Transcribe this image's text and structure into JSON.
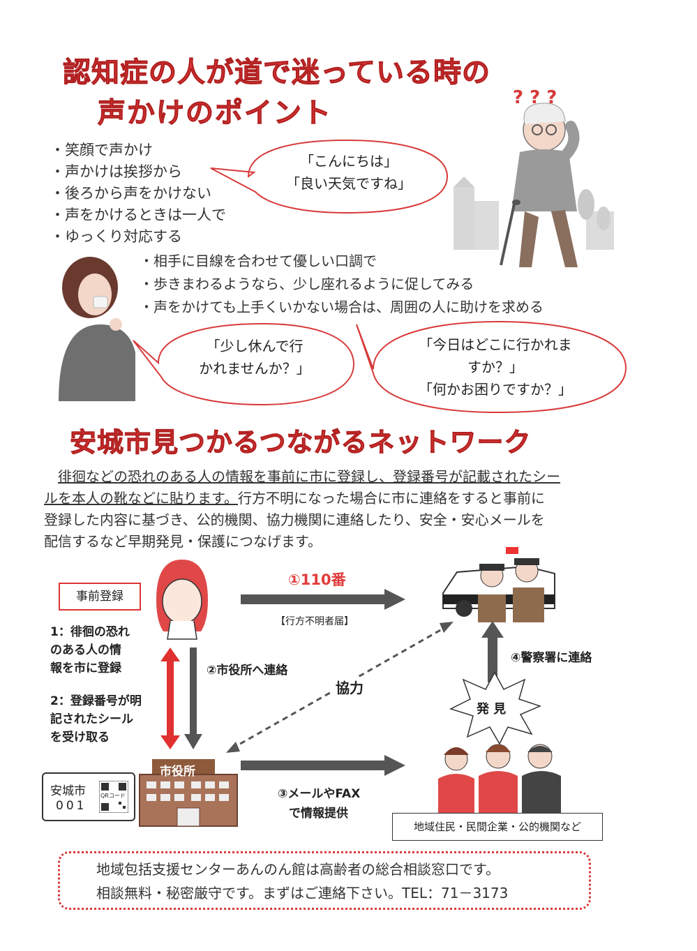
{
  "section1": {
    "title_line1": "認知症の人が道で迷っている時の",
    "title_line2": "声かけのポイント",
    "question_marks": "? ? ?",
    "bullets": [
      "・笑顔で声かけ",
      "・声かけは挨拶から",
      "・後ろから声をかけない",
      "・声をかけるときは一人で",
      "・ゆっくり対応する"
    ],
    "sub_bullets": [
      "・相手に目線を合わせて優しい口調で",
      "・歩きまわるようなら、少し座れるように促してみる",
      "・声をかけても上手くいかない場合は、周囲の人に助けを求める"
    ],
    "bubble_greeting": [
      "「こんにちは」",
      "「良い天気ですね」"
    ],
    "bubble_rest": [
      "「少し休んで行",
      "かれませんか？」"
    ],
    "bubble_where": [
      "「今日はどこに行かれま",
      "すか？」",
      "「何かお困りですか？」"
    ]
  },
  "section2": {
    "title": "安城市見つかるつながるネットワーク",
    "para_underlined_1": "徘徊などの恐れのある人の情報を事前に市に登録し、登録番号が記載されたシー",
    "para_underlined_2": "ルを本人の靴などに貼ります。",
    "para_rest_2": "行方不明になった場合に市に連絡をすると事前に",
    "para_line3": "登録した内容に基づき、公的機関、協力機関に連絡したり、安全・安心メールを",
    "para_line4": "配信するなど早期発見・保護につなげます。"
  },
  "diagram": {
    "pre_registration": "事前登録",
    "step1": [
      "1：徘徊の恐れ",
      "のある人の情",
      "報を市に登録"
    ],
    "step2": [
      "2：登録番号が明",
      "記されたシール",
      "を受け取る"
    ],
    "call_110": "①110番",
    "missing_report": "【行方不明者届】",
    "contact_cityhall": "②市役所へ連絡",
    "cooperation": "協力",
    "contact_police": "④警察署に連絡",
    "found": "発 見",
    "city_hall": "市役所",
    "sticker_city": "安城市",
    "sticker_number": "001",
    "qr_text": "QRコード",
    "mail_fax": [
      "③メールやFAX",
      "で情報提供"
    ],
    "helpers": "地域住民・民間企業・公的機関など"
  },
  "contact": {
    "line1": "地域包括支援センターあんのん館は高齢者の総合相談窓口です。",
    "line2": "相談無料・秘密厳守です。まずはご連絡下さい。TEL：71－3173"
  },
  "colors": {
    "accent_red": "#e23b3b",
    "arrow_gray": "#555555"
  }
}
